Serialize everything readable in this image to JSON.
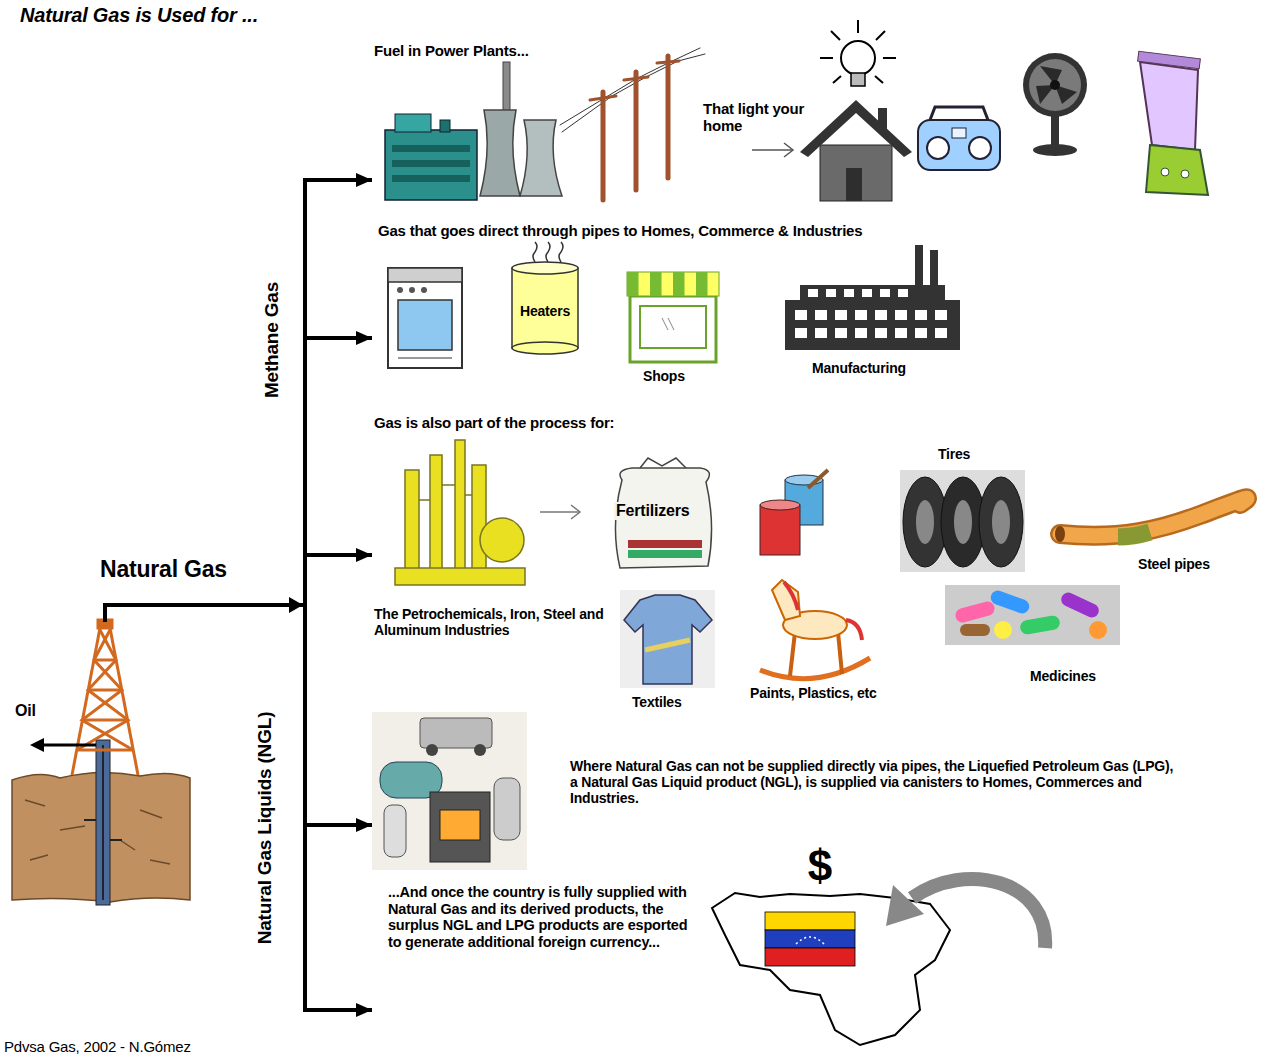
{
  "diagram": {
    "title": "Natural Gas is Used for ...",
    "caption": "Pdvsa Gas, 2002 - N.Gómez",
    "nodes": [
      {
        "text": [
          "Natural Gas"
        ]
      },
      {
        "text": [
          "Fuel in Power Plants..."
        ]
      },
      {
        "text": [
          "Gas that goes direct through pipes to Homes, Commerce & Industries"
        ]
      },
      {
        "text": [
          "Gas is also part of the process for:",
          "The Petrochemicals, Iron, Steel and Aluminum Industries"
        ]
      },
      {
        "text": [
          "Where Natural Gas can not be supplied directly via pipes, the Liquefied Petroleum Gas (LPG), a Natural Gas Liquid product (NGL), is supplied via canisters to Homes, Commerces and Industries."
        ]
      },
      {
        "text": [
          "...And once the country is fully supplied with Natural Gas and its derived products, the surplus NGL and LPG products are esported to generate additional foreign currency..."
        ]
      }
    ],
    "edges": [
      {
        "from": 0,
        "to": 1,
        "arrow": "to"
      },
      {
        "from": 0,
        "to": 2,
        "arrow": "to"
      },
      {
        "from": 0,
        "to": 3,
        "arrow": "to"
      },
      {
        "from": 0,
        "to": 4,
        "arrow": "to"
      },
      {
        "from": 0,
        "to": 5,
        "arrow": "to"
      }
    ],
    "labels": [
      "That light your home",
      "Heaters",
      "Shops",
      "Manufacturing",
      "Fertilizers",
      "Tires",
      "Steel pipes",
      "Textiles",
      "Paints, Plastics, etc",
      "Medicines",
      "Oil",
      "Methane Gas",
      "Natural Gas Liquids (NGL)",
      "$"
    ]
  }
}
